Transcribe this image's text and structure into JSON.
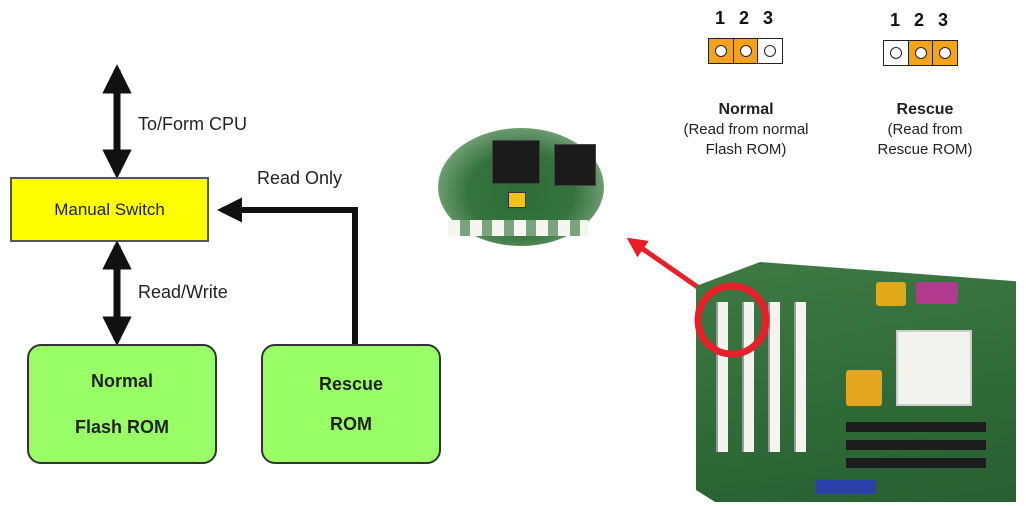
{
  "flow": {
    "switch_label": "Manual Switch",
    "normal_rom": {
      "line1": "Normal",
      "line2": "Flash ROM"
    },
    "rescue_rom": {
      "line1": "Rescue",
      "line2": "ROM"
    },
    "edge_cpu": "To/Form CPU",
    "edge_readwrite": "Read/Write",
    "edge_readonly": "Read Only"
  },
  "jumpers": {
    "normal": {
      "pin_numbers": [
        "1",
        "2",
        "3"
      ],
      "pins_shorted": [
        1,
        2
      ],
      "title": "Normal",
      "desc_line1": "(Read from normal",
      "desc_line2": "Flash ROM)"
    },
    "rescue": {
      "pin_numbers": [
        "1",
        "2",
        "3"
      ],
      "pins_shorted": [
        2,
        3
      ],
      "title": "Rescue",
      "desc_line1": "(Read from",
      "desc_line2": "Rescue ROM)"
    }
  },
  "colors": {
    "switch_fill": "#ffff00",
    "rom_fill": "#99ff66",
    "jumper_on": "#f7a21b",
    "pointer_arrow": "#e8202a"
  }
}
